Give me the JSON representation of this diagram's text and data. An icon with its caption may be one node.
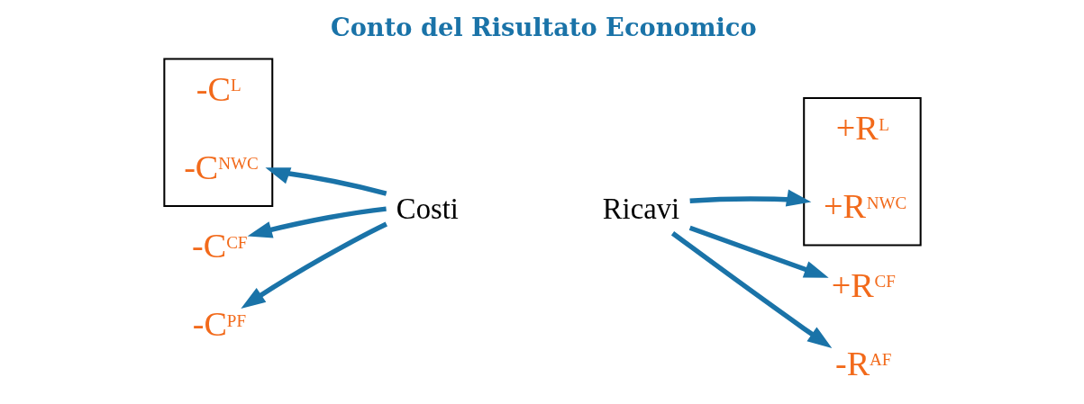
{
  "diagram": {
    "title": "Conto del Risultato Economico",
    "nodes": [
      {
        "text": [],
        "shape": "box"
      },
      {
        "text": [
          "-C$^{L}$"
        ],
        "in": 0
      },
      {
        "text": [
          "-C$^{NWC}$"
        ],
        "in": 0
      },
      {
        "text": [
          "-C$^{CF}$"
        ]
      },
      {
        "text": [
          "-C$^{PF}$"
        ]
      },
      {
        "text": [
          "Costi"
        ]
      },
      {
        "text": [
          "Ricavi"
        ]
      },
      {
        "text": [],
        "shape": "box"
      },
      {
        "text": [
          "+R$^{L}$"
        ],
        "in": 7
      },
      {
        "text": [
          "+R$^{NWC}$"
        ],
        "in": 7
      },
      {
        "text": [
          "+R$^{CF}$"
        ]
      },
      {
        "text": [
          "-R$^{AF}$"
        ]
      }
    ],
    "edges": [
      {
        "from": 5,
        "to": 0,
        "arrow": "to"
      },
      {
        "from": 5,
        "to": 3,
        "arrow": "to"
      },
      {
        "from": 5,
        "to": 4,
        "arrow": "to"
      },
      {
        "from": 6,
        "to": 7,
        "arrow": "to"
      },
      {
        "from": 6,
        "to": 10,
        "arrow": "to"
      },
      {
        "from": 6,
        "to": 11,
        "arrow": "to"
      }
    ]
  }
}
